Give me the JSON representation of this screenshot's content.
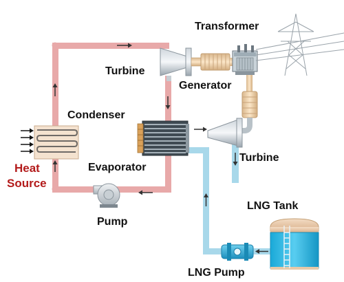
{
  "labels": {
    "transformer": "Transformer",
    "turbine_top": "Turbine",
    "generator": "Generator",
    "condenser": "Condenser",
    "turbine_right": "Turbine",
    "heat": "Heat",
    "source": "Source",
    "evaporator": "Evaporator",
    "pump": "Pump",
    "lng_tank": "LNG Tank",
    "lng_pump": "LNG Pump"
  },
  "colors": {
    "hot_loop": "#e8a9a9",
    "cold_loop": "#a8d8ea",
    "shaft": "#f0d2ae",
    "heat_text": "#b31b1b",
    "label_text": "#111111"
  }
}
